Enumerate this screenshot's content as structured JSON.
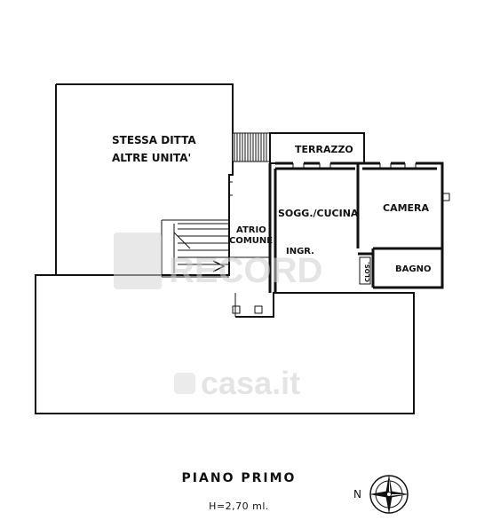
{
  "plan": {
    "rooms": {
      "stessa_ditta_line1": "STESSA DITTA",
      "stessa_ditta_line2": "ALTRE UNITA'",
      "terrazzo": "TERRAZZO",
      "soggiorno_cucina": "SOGG./CUCINA",
      "camera": "CAMERA",
      "atrio_line1": "ATRIO",
      "atrio_line2": "COMUNE",
      "ingresso": "INGR.",
      "bagno": "BAGNO",
      "closet": "CLOS."
    },
    "watermark": {
      "agency": "RECORD",
      "portal": "casa.it"
    }
  },
  "footer": {
    "title": "PIANO PRIMO",
    "height": "H=2,70 ml."
  },
  "compass": {
    "north_label": "N",
    "icon": "compass-rose-icon"
  }
}
